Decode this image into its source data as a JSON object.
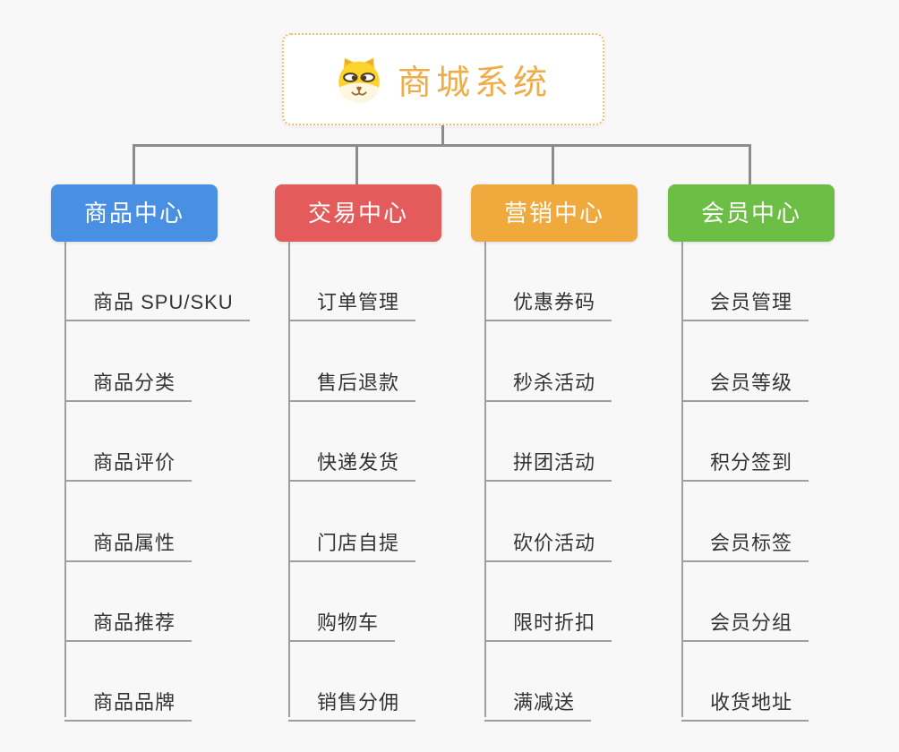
{
  "page": {
    "background": "#f8f8f8",
    "connector_color": "#8c8c8c",
    "underline_color": "#9e9e9e"
  },
  "root": {
    "title": "商城系统",
    "icon": "dog-face-icon",
    "title_color": "#f0ac47",
    "border_color": "#f3c06b"
  },
  "tree": {
    "branches": [
      {
        "label": "商品中心",
        "color": "#4a90e2",
        "items": [
          "商品 SPU/SKU",
          "商品分类",
          "商品评价",
          "商品属性",
          "商品推荐",
          "商品品牌"
        ]
      },
      {
        "label": "交易中心",
        "color": "#e35b5b",
        "items": [
          "订单管理",
          "售后退款",
          "快递发货",
          "门店自提",
          "购物车",
          "销售分佣"
        ]
      },
      {
        "label": "营销中心",
        "color": "#efa93d",
        "items": [
          "优惠券码",
          "秒杀活动",
          "拼团活动",
          "砍价活动",
          "限时折扣",
          "满减送"
        ]
      },
      {
        "label": "会员中心",
        "color": "#6dbe45",
        "items": [
          "会员管理",
          "会员等级",
          "积分签到",
          "会员标签",
          "会员分组",
          "收货地址"
        ]
      }
    ]
  }
}
